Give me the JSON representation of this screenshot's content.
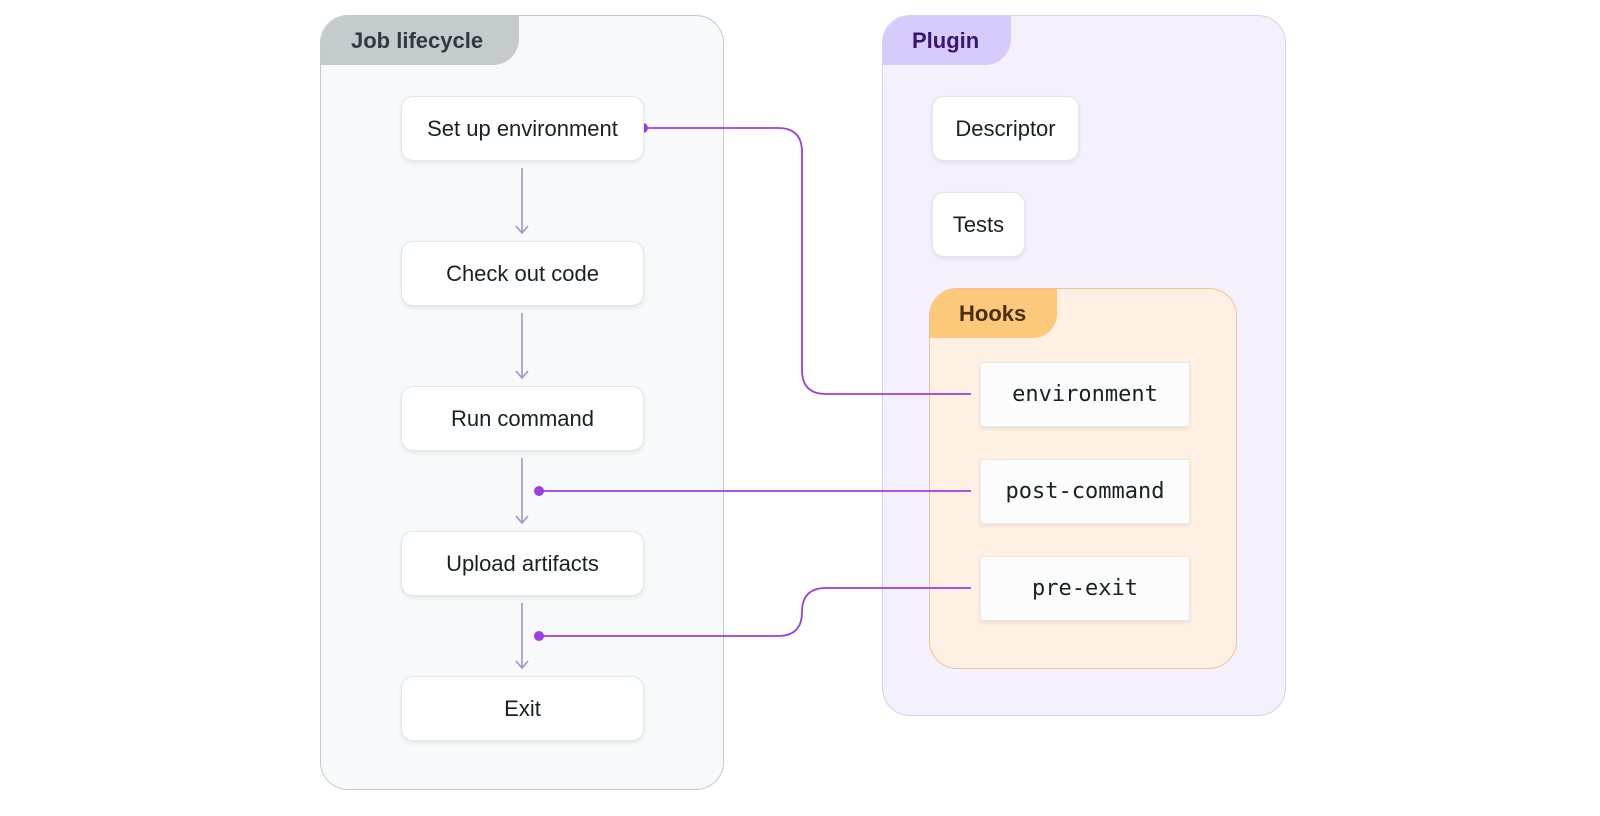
{
  "job_lifecycle": {
    "title": "Job lifecycle",
    "steps": [
      "Set up environment",
      "Check out code",
      "Run command",
      "Upload artifacts",
      "Exit"
    ]
  },
  "plugin": {
    "title": "Plugin",
    "items": [
      "Descriptor",
      "Tests"
    ],
    "hooks": {
      "title": "Hooks",
      "items": [
        "environment",
        "post-command",
        "pre-exit"
      ]
    }
  },
  "colors": {
    "connector": "#9a3fe3",
    "flow_arrow": "#9d96c7"
  }
}
